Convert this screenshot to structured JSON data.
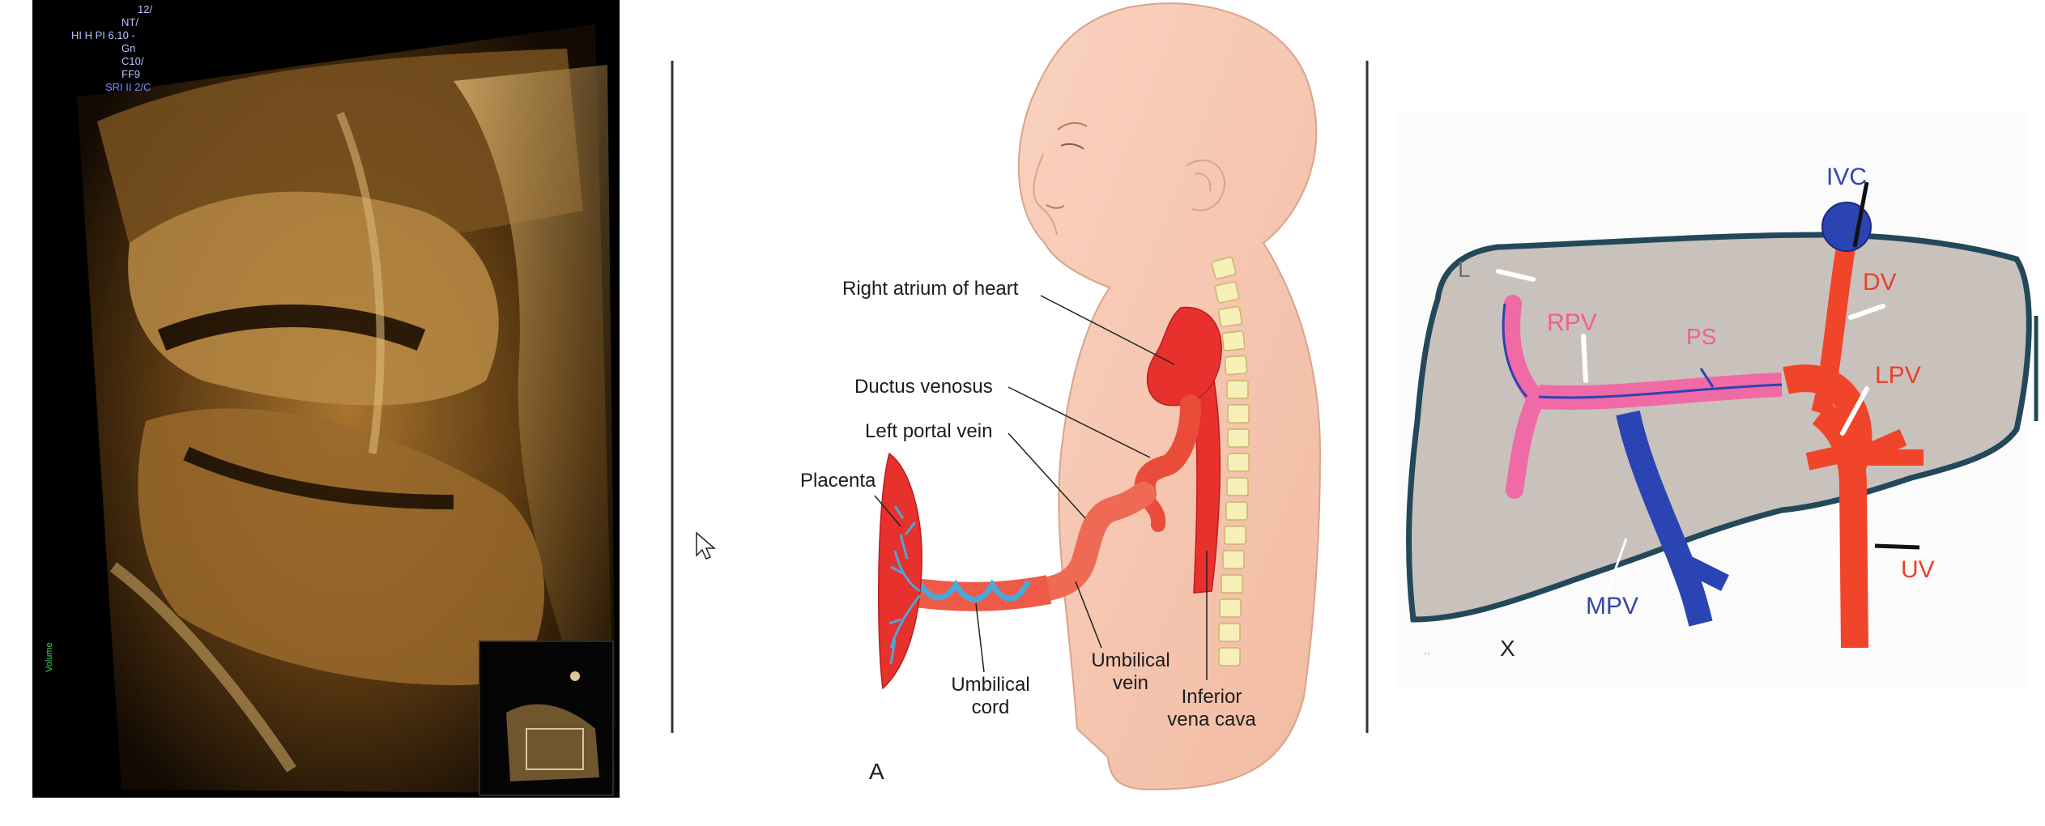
{
  "ultrasound": {
    "overlay_lines": [
      "12/",
      "NT/",
      "HI H PI 6.10 -",
      "Gn",
      "C10/",
      "FF9",
      "SRI II 2/C"
    ],
    "side_label": "Volume"
  },
  "fetal_diagram": {
    "labels": {
      "right_atrium": "Right atrium of heart",
      "ductus_venosus": "Ductus venosus",
      "left_portal_vein": "Left portal vein",
      "placenta": "Placenta",
      "umbilical_cord_1": "Umbilical",
      "umbilical_cord_2": "cord",
      "umbilical_vein_1": "Umbilical",
      "umbilical_vein_2": "vein",
      "ivc_1": "Inferior",
      "ivc_2": "vena cava"
    },
    "panel_letter": "A"
  },
  "liver_sketch": {
    "labels": {
      "ivc": "IVC",
      "l": "L",
      "rpv": "RPV",
      "ps": "PS",
      "dv": "DV",
      "lpv": "LPV",
      "uv": "UV",
      "mpv": "MPV",
      "x": "X",
      "dots": ".."
    },
    "colors": {
      "liver": "#c9c1bc",
      "portal_pink": "#f06aa6",
      "umbilical_red": "#f0452a",
      "mpv_blue": "#2b44b4",
      "label_blue": "#3347a6",
      "label_red": "#e8412c",
      "label_pink": "#f0608e"
    }
  }
}
